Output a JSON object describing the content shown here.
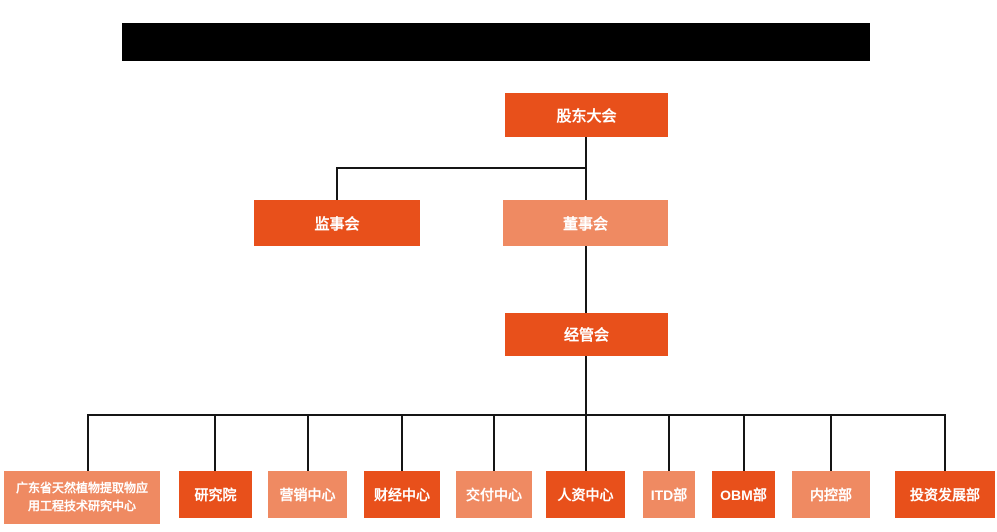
{
  "colors": {
    "primary": "#e8501b",
    "secondary": "#ef8a62",
    "line": "#151515",
    "redaction": "#000000",
    "node_text": "#ffffff",
    "background": "#ffffff"
  },
  "header": {
    "redacted_title": ""
  },
  "org_chart": {
    "type": "org-hierarchy",
    "root": {
      "label": "股东大会"
    },
    "level2": [
      {
        "label": "监事会",
        "variant": "dark"
      },
      {
        "label": "董事会",
        "variant": "light"
      }
    ],
    "level3": {
      "label": "经管会",
      "variant": "dark"
    },
    "departments": [
      {
        "label": "广东省天然植物提取物应用工程技术研究中心",
        "lines": [
          "广东省天然植物提取物应",
          "用工程技术研究中心"
        ],
        "variant": "light"
      },
      {
        "label": "研究院",
        "variant": "dark"
      },
      {
        "label": "营销中心",
        "variant": "light"
      },
      {
        "label": "财经中心",
        "variant": "dark"
      },
      {
        "label": "交付中心",
        "variant": "light"
      },
      {
        "label": "人资中心",
        "variant": "dark"
      },
      {
        "label": "ITD部",
        "variant": "light"
      },
      {
        "label": "OBM部",
        "variant": "dark"
      },
      {
        "label": "内控部",
        "variant": "light"
      },
      {
        "label": "投资发展部",
        "variant": "dark"
      }
    ],
    "edges": [
      "股东大会->监事会",
      "股东大会->董事会",
      "董事会->经管会",
      "经管会->广东省天然植物提取物应用工程技术研究中心",
      "经管会->研究院",
      "经管会->营销中心",
      "经管会->财经中心",
      "经管会->交付中心",
      "经管会->人资中心",
      "经管会->ITD部",
      "经管会->OBM部",
      "经管会->内控部",
      "经管会->投资发展部"
    ]
  }
}
